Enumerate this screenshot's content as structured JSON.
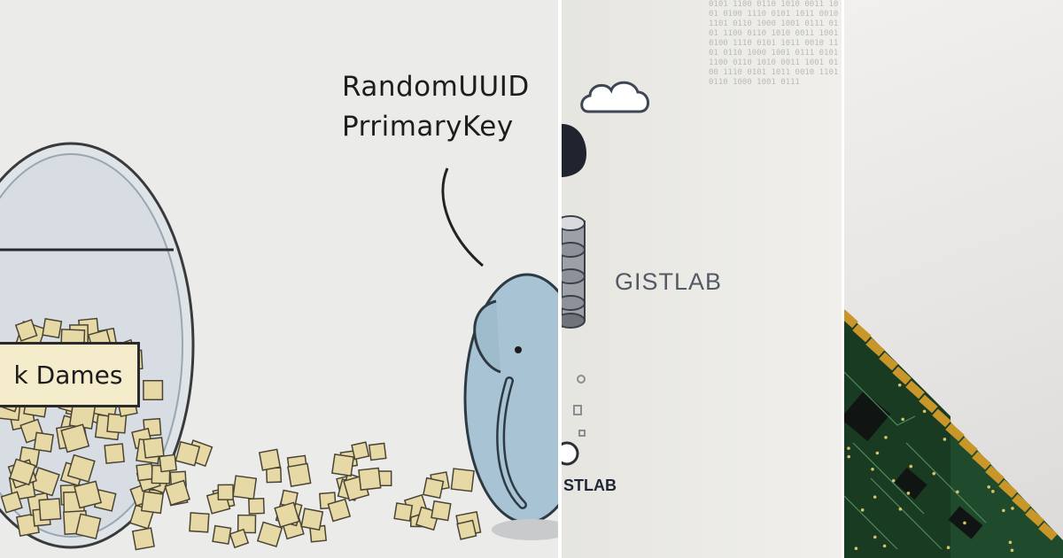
{
  "panel_cartoon": {
    "speech_line_1": "RandomUUID",
    "speech_line_2": "PrrimaryKey",
    "box_label": "k Dames"
  },
  "panel_gistlab": {
    "title": "GISTLAB",
    "subtitle": "STLAB",
    "icons": [
      "cloud-icon",
      "database-icon"
    ],
    "binary_text": "0101 1100 0110 1010 0011 1001 0100 1110 0101 1011 0010 1101 0110 1000 1001 0111 0101 1100 0110 1010 0011 1001 0100 1110 0101 1011 0010 1101 0110 1000 1001 0111 0101 1100 0110 1010 0011 1001 0100 1110 0101 1011 0010 1101 0110 1000 1001 0111"
  },
  "panel_circuit": {
    "board_color": "#1f4a2b",
    "contact_color": "#c9962a"
  },
  "colors": {
    "cartoon_bg": "#ebebea",
    "elephant": "#a8c4d4",
    "boxes": "#e6d9a6"
  }
}
